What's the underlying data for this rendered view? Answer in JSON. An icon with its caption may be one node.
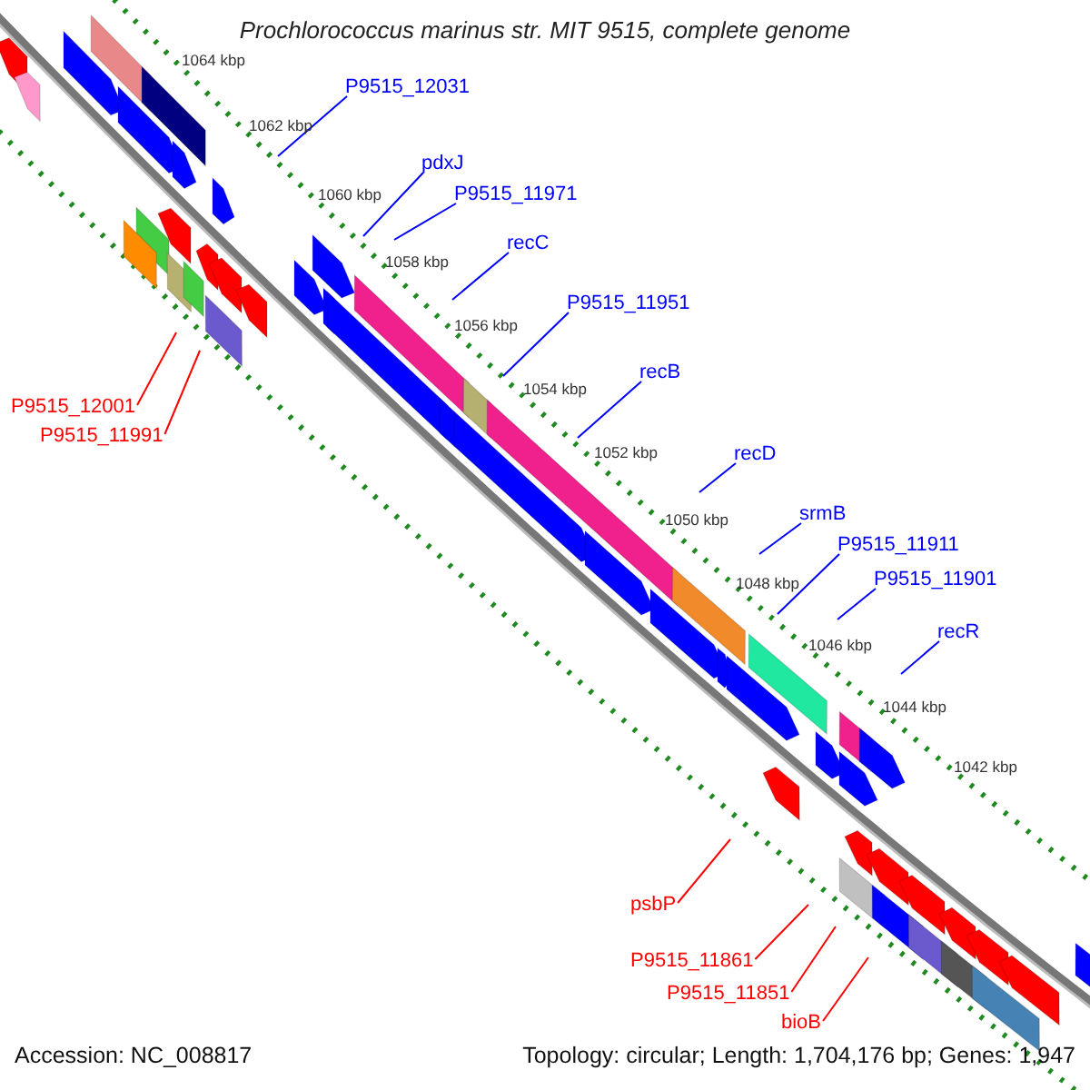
{
  "diagram": {
    "title": "Prochlorococcus marinus str. MIT 9515, complete genome",
    "nodes": [
      {
        "text": [
          "P9515_12031"
        ]
      },
      {
        "text": [
          "pdxJ"
        ]
      },
      {
        "text": [
          "P9515_11971"
        ]
      },
      {
        "text": [
          "recC"
        ]
      },
      {
        "text": [
          "P9515_11951"
        ]
      },
      {
        "text": [
          "recB"
        ]
      },
      {
        "text": [
          "P9515_12001"
        ]
      },
      {
        "text": [
          "P9515_11991"
        ]
      },
      {
        "text": [
          "recD"
        ]
      },
      {
        "text": [
          "srmB"
        ]
      },
      {
        "text": [
          "P9515_11911"
        ]
      },
      {
        "text": [
          "P9515_11901"
        ]
      },
      {
        "text": [
          "recR"
        ]
      },
      {
        "text": [
          "psbP"
        ]
      },
      {
        "text": [
          "P9515_11861"
        ]
      },
      {
        "text": [
          "P9515_11851"
        ]
      },
      {
        "text": [
          "bioB"
        ]
      }
    ],
    "edges": [
      {
        "from": 0,
        "to": null,
        "arrow": "none"
      },
      {
        "from": 1,
        "to": null,
        "arrow": "none"
      },
      {
        "from": 2,
        "to": null,
        "arrow": "none"
      },
      {
        "from": 3,
        "to": null,
        "arrow": "none"
      },
      {
        "from": 4,
        "to": null,
        "arrow": "none"
      },
      {
        "from": 5,
        "to": null,
        "arrow": "none"
      },
      {
        "from": 6,
        "to": null,
        "arrow": "none",
        "color": "#ff0000"
      },
      {
        "from": 7,
        "to": null,
        "arrow": "none",
        "color": "#ff0000"
      },
      {
        "from": 8,
        "to": null,
        "arrow": "none"
      },
      {
        "from": 9,
        "to": null,
        "arrow": "none"
      },
      {
        "from": 10,
        "to": null,
        "arrow": "none"
      },
      {
        "from": 11,
        "to": null,
        "arrow": "none"
      },
      {
        "from": 12,
        "to": null,
        "arrow": "none"
      },
      {
        "from": 13,
        "to": null,
        "arrow": "none",
        "color": "#ff0000"
      },
      {
        "from": 14,
        "to": null,
        "arrow": "none",
        "color": "#ff0000"
      },
      {
        "from": 15,
        "to": null,
        "arrow": "none",
        "color": "#ff0000"
      },
      {
        "from": 16,
        "to": null,
        "arrow": "none",
        "color": "#ff0000"
      }
    ],
    "labels": [
      "1064 kbp",
      "1062 kbp",
      "1060 kbp",
      "1058 kbp",
      "1056 kbp",
      "1054 kbp",
      "1052 kbp",
      "1050 kbp",
      "1048 kbp",
      "1046 kbp",
      "1044 kbp",
      "1042 kbp",
      "Accession: NC_008817",
      "Topology: circular; Length: 1,704,176 bp; Genes: 1,947"
    ]
  }
}
